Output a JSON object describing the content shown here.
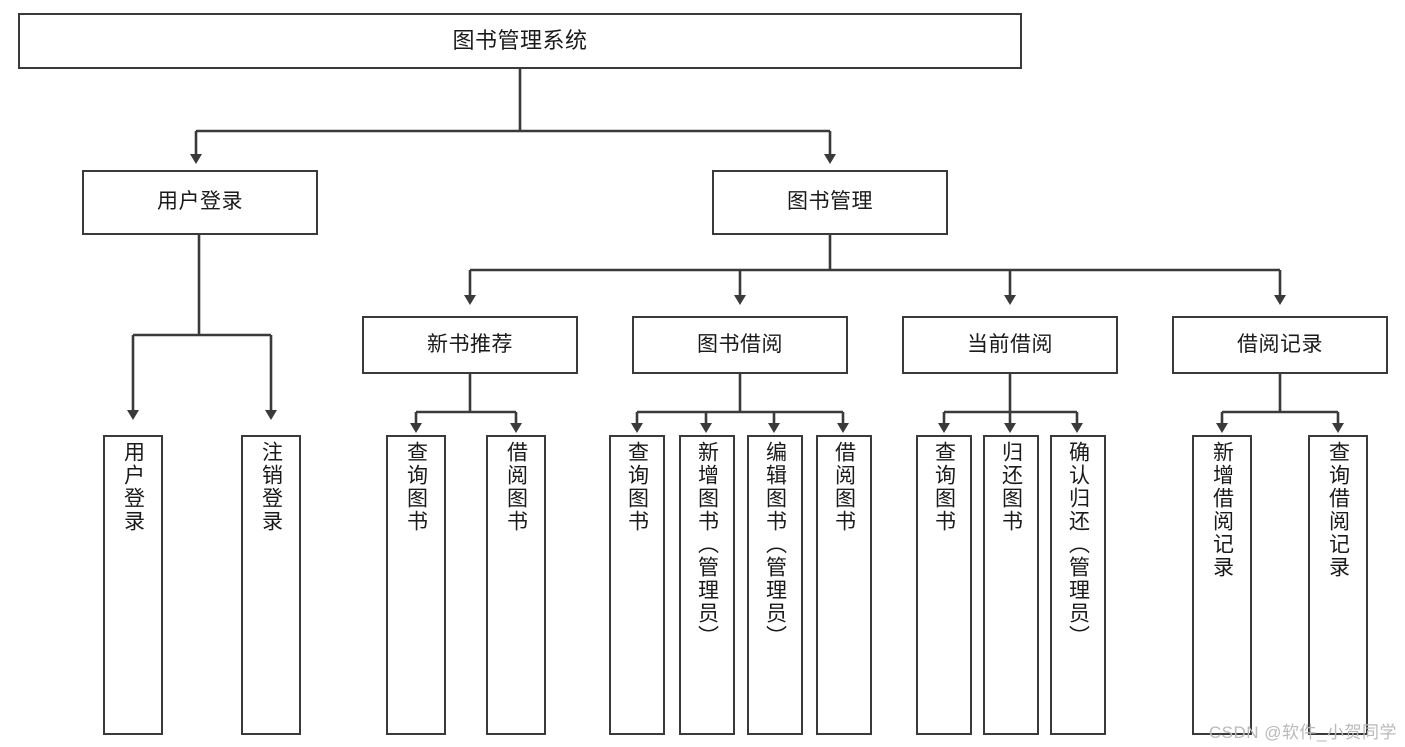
{
  "diagram": {
    "title": "图书管理系统",
    "type": "tree-hierarchy",
    "watermark": "CSDN @软件_小贺同学",
    "colors": {
      "stroke": "#3a3a3a",
      "fill": "#ffffff",
      "text": "#1a1a1a",
      "watermark": "#b9b9b9"
    },
    "nodes": {
      "root": {
        "label": "图书管理系统"
      },
      "level2": [
        {
          "label": "用户登录"
        },
        {
          "label": "图书管理"
        }
      ],
      "level3": [
        {
          "label": "新书推荐"
        },
        {
          "label": "图书借阅"
        },
        {
          "label": "当前借阅"
        },
        {
          "label": "借阅记录"
        }
      ],
      "leaves": [
        {
          "label": "用户登录"
        },
        {
          "label": "注销登录"
        },
        {
          "label": "查询图书"
        },
        {
          "label": "借阅图书"
        },
        {
          "label": "查询图书"
        },
        {
          "label": "新增图书（管理员）"
        },
        {
          "label": "编辑图书（管理员）"
        },
        {
          "label": "借阅图书"
        },
        {
          "label": "查询图书"
        },
        {
          "label": "归还图书"
        },
        {
          "label": "确认归还（管理员）"
        },
        {
          "label": "新增借阅记录"
        },
        {
          "label": "查询借阅记录"
        }
      ]
    }
  }
}
